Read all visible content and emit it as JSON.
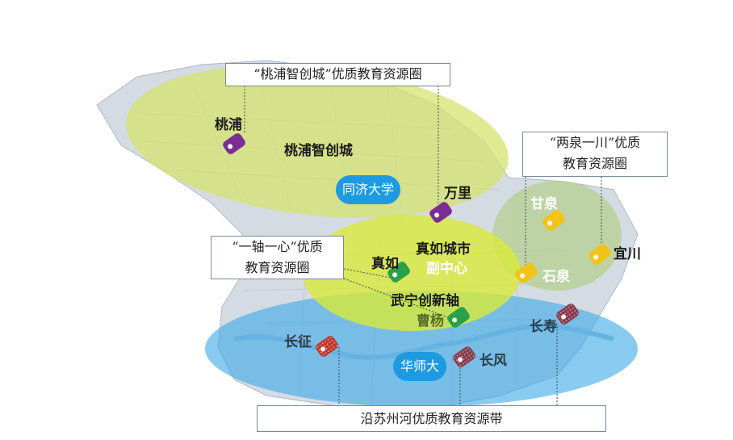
{
  "colors": {
    "land": "#d5dbe3",
    "river": "#a9c4de",
    "northern_zone": "#d4e36e",
    "central_zone": "#d8ea3a",
    "eastern_zone": "#b7cf95",
    "river_belt": "#3aa8e6",
    "pill_blue": "#1e9be0",
    "pin_purple": "#7b2d93",
    "pin_green": "#2aa04a",
    "pin_yellow": "#f2c318",
    "pin_red": "#c0392b",
    "pin_maroon": "#8a3a4e"
  },
  "callouts": {
    "taopu": [
      "“桃浦智创城”优质教育资源圈"
    ],
    "liangquan": [
      "“两泉一川”优质",
      "教育资源圈"
    ],
    "yizhou": [
      "“一轴一心”优质",
      "教育资源圈"
    ],
    "suzhouhe": [
      "沿苏州河优质教育资源带"
    ]
  },
  "places": {
    "taopu": "桃浦",
    "taopu_city": "桃浦智创城",
    "tongji": "同济大学",
    "wanli": "万里",
    "ganquan": "甘泉",
    "yichuan": "宜川",
    "shiquan": "石泉",
    "zhenru": "真如",
    "zhenru_center_1": "真如城市",
    "zhenru_center_2": "副中心",
    "wuning": "武宁创新轴",
    "caoyang": "曹杨",
    "changshou": "长寿",
    "changzheng": "长征",
    "changfeng": "长风",
    "huashi": "华师大"
  },
  "markers": [
    {
      "name": "taopu-pin",
      "color": "purple"
    },
    {
      "name": "wanli-pin",
      "color": "purple"
    },
    {
      "name": "ganquan-pin",
      "color": "yellow"
    },
    {
      "name": "yichuan-pin",
      "color": "yellow"
    },
    {
      "name": "shiquan-pin",
      "color": "yellow"
    },
    {
      "name": "zhenru-pin",
      "color": "green"
    },
    {
      "name": "caoyang-pin",
      "color": "green"
    },
    {
      "name": "changshou-pin",
      "color": "maroon"
    },
    {
      "name": "changzheng-pin",
      "color": "red"
    },
    {
      "name": "changfeng-pin",
      "color": "maroon"
    }
  ]
}
